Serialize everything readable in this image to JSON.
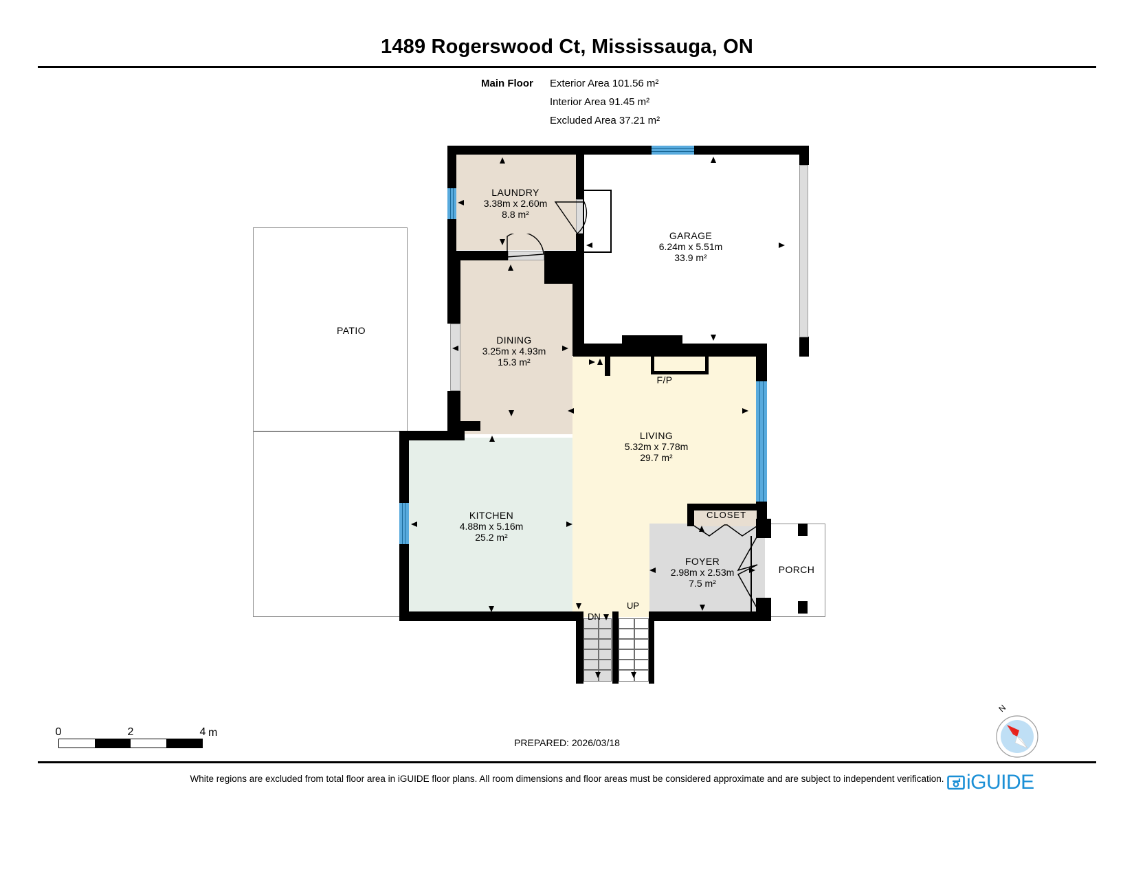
{
  "header": {
    "title": "1489 Rogerswood Ct, Mississauga, ON",
    "floor_label": "Main Floor",
    "exterior_area": "Exterior Area 101.56 m²",
    "interior_area": "Interior Area 91.45 m²",
    "excluded_area": "Excluded Area 37.21 m²"
  },
  "rooms": [
    {
      "name": "LAUNDRY",
      "dim": "3.38m x 2.60m",
      "area": "8.8 m²"
    },
    {
      "name": "GARAGE",
      "dim": "6.24m x 5.51m",
      "area": "33.9 m²"
    },
    {
      "name": "DINING",
      "dim": "3.25m x 4.93m",
      "area": "15.3 m²"
    },
    {
      "name": "LIVING",
      "dim": "5.32m x 7.78m",
      "area": "29.7 m²"
    },
    {
      "name": "KITCHEN",
      "dim": "4.88m x 5.16m",
      "area": "25.2 m²"
    },
    {
      "name": "FOYER",
      "dim": "2.98m x 2.53m",
      "area": "7.5 m²"
    }
  ],
  "unlabeled_spaces": {
    "patio": "PATIO",
    "porch": "PORCH",
    "closet": "CLOSET",
    "fireplace": "F/P"
  },
  "stairs": {
    "down_label": "DN",
    "up_label": "UP"
  },
  "scale": {
    "ticks": [
      "0",
      "2",
      "4"
    ],
    "unit": "m"
  },
  "footer": {
    "prepared": "PREPARED: 2026/03/18",
    "disclaimer": "White regions are excluded from total floor area in iGUIDE floor plans. All room dimensions and floor areas must be considered approximate and are subject to independent verification.",
    "logo_text": "iGUIDE"
  },
  "compass": {
    "north_label": "N"
  },
  "colors": {
    "wall": "#000000",
    "window": "#58aadd",
    "beige_room": "#e8ded1",
    "cream_room": "#fdf6dc",
    "mint_room": "#e6efe9",
    "grey_room": "#dcdcdc",
    "logo_blue": "#1a8fd6"
  }
}
